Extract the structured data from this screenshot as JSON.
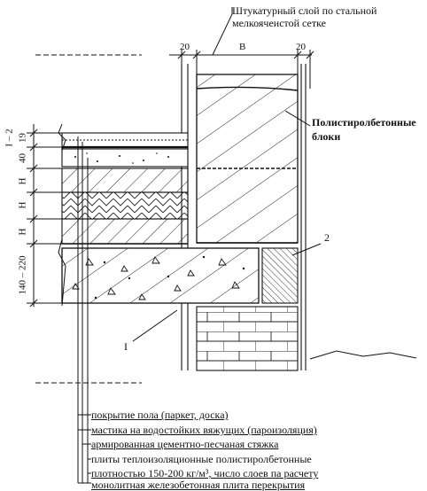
{
  "annotations": {
    "plaster": [
      "Штукатурный слой по стальной",
      "мелкоячеистой сетке"
    ],
    "blocks": [
      "Полистиролбетонные",
      "блоки"
    ],
    "callout_2": "2",
    "callout_1": "I"
  },
  "dimensions": {
    "top": [
      "20",
      "B",
      "20"
    ],
    "left": [
      "I – 2",
      "19",
      "40",
      "H",
      "H",
      "H",
      "140 – 220"
    ]
  },
  "legend": [
    "покрытие пола (паркет, доска)",
    "мастика на водостойких вяжущих (пароизоляция)",
    "армированная цементно-песчаная стяжка",
    "плиты теплоизоляционные полистиролбетонные",
    "плотностью 150-200 кг/м³, число слоев па расчету",
    "монолитная железобетонная плита перекрытия"
  ]
}
